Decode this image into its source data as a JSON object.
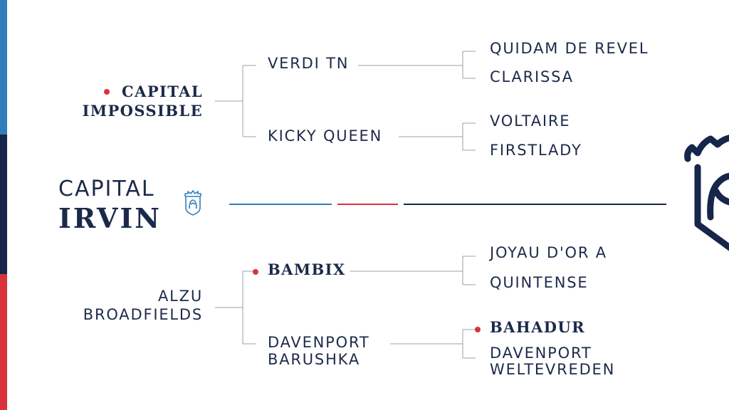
{
  "subject": {
    "line1": "CAPITAL",
    "line2": "IRVIN"
  },
  "sire": {
    "line1": "CAPITAL",
    "line2": "IMPOSSIBLE"
  },
  "dam": {
    "line1": "ALZU",
    "line2": "BROADFIELDS"
  },
  "sire_sire": "VERDI TN",
  "sire_dam": "KICKY QUEEN",
  "dam_sire": "BAMBIX",
  "dam_dam": {
    "line1": "DAVENPORT",
    "line2": "BARUSHKA"
  },
  "gen3": {
    "ss_sire": "QUIDAM DE REVEL",
    "ss_dam": "CLARISSA",
    "sd_sire": "VOLTAIRE",
    "sd_dam": "FIRSTLADY",
    "ds_sire": "JOYAU D'OR A",
    "ds_dam": "QUINTENSE",
    "dd_sire": "BAHADUR",
    "dd_dam": {
      "line1": "DAVENPORT",
      "line2": "WELTEVREDEN"
    }
  },
  "colors": {
    "blue": "#2f7fbf",
    "navy": "#15264a",
    "red": "#d9323a",
    "line": "#9aa0a8"
  },
  "icons": {
    "small_crest": "shield-horse-crest-icon",
    "large_crest": "shield-horse-crest-icon"
  }
}
